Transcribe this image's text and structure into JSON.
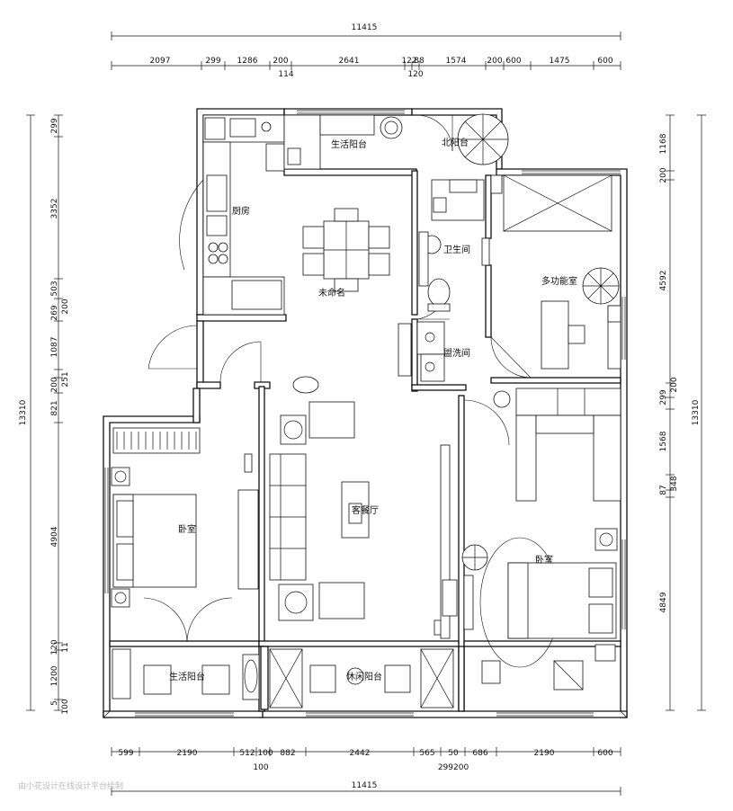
{
  "dimensions": {
    "top_total": "11415",
    "top_segments": [
      "2097",
      "299",
      "1286",
      "200",
      "2641",
      "122",
      "88",
      "1574",
      "200",
      "600",
      "1475",
      "600"
    ],
    "top_sub_114": "114",
    "top_sub_120": "120",
    "bottom_segments": [
      "599",
      "2190",
      "512",
      "100",
      "882",
      "2442",
      "565",
      "50",
      "686",
      "2190",
      "600"
    ],
    "bottom_sub_100": "100",
    "bottom_sub_299200": "299200",
    "bottom_total": "11415",
    "left_total": "13310",
    "left_segments": [
      "299",
      "3352",
      "503",
      "269",
      "200",
      "1087",
      "200",
      "251",
      "821",
      "4904",
      "120",
      "11",
      "1200",
      "5",
      "100"
    ],
    "right_total": "13310",
    "right_segments": [
      "1168",
      "200",
      "4592",
      "299",
      "200",
      "1568",
      "348",
      "87",
      "4849"
    ]
  },
  "rooms": {
    "living_balcony_top": "生活阳台",
    "north_balcony": "北阳台",
    "kitchen": "厨房",
    "dining": "未命名",
    "bathroom": "卫生间",
    "multi_room": "多功能室",
    "washroom": "盥洗间",
    "bedroom_left": "卧室",
    "living_dining": "客餐厅",
    "bedroom_right": "卧室",
    "living_balcony_bottom": "生活阳台",
    "leisure_balcony": "休闲阳台"
  },
  "watermark": "由小花设计在线设计平台绘制",
  "colors": {
    "line": "#111111",
    "background": "#ffffff"
  }
}
